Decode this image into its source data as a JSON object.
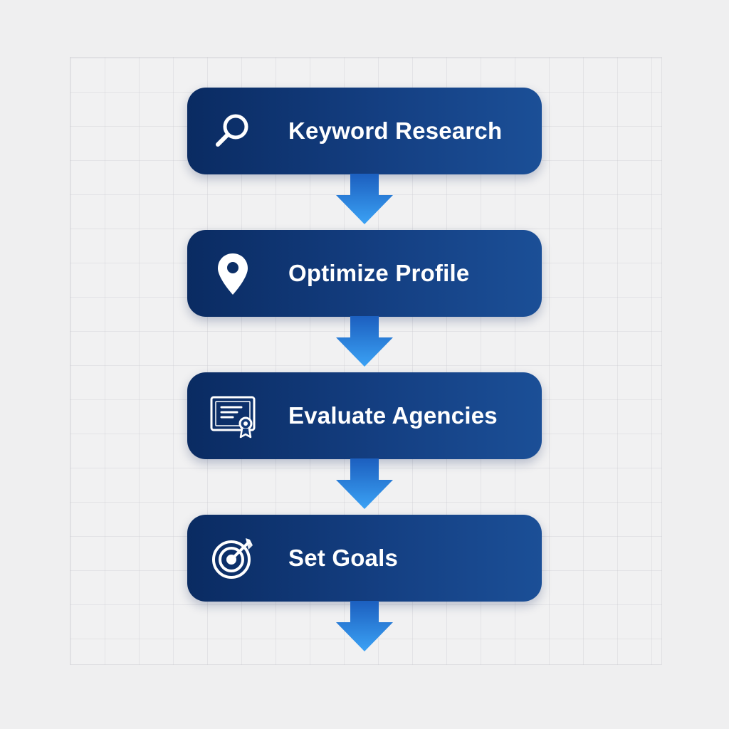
{
  "flow": {
    "steps": [
      {
        "label": "Keyword Research",
        "icon": "search-icon"
      },
      {
        "label": "Optimize Profile",
        "icon": "location-pin-icon"
      },
      {
        "label": "Evaluate Agencies",
        "icon": "certificate-icon"
      },
      {
        "label": "Set Goals",
        "icon": "target-icon"
      }
    ]
  },
  "colors": {
    "box_dark": "#0a2b62",
    "box_light": "#1b4f97",
    "arrow_top": "#1c5fbf",
    "arrow_bottom": "#3ba2f5",
    "text": "#ffffff",
    "background": "#efeff0"
  }
}
